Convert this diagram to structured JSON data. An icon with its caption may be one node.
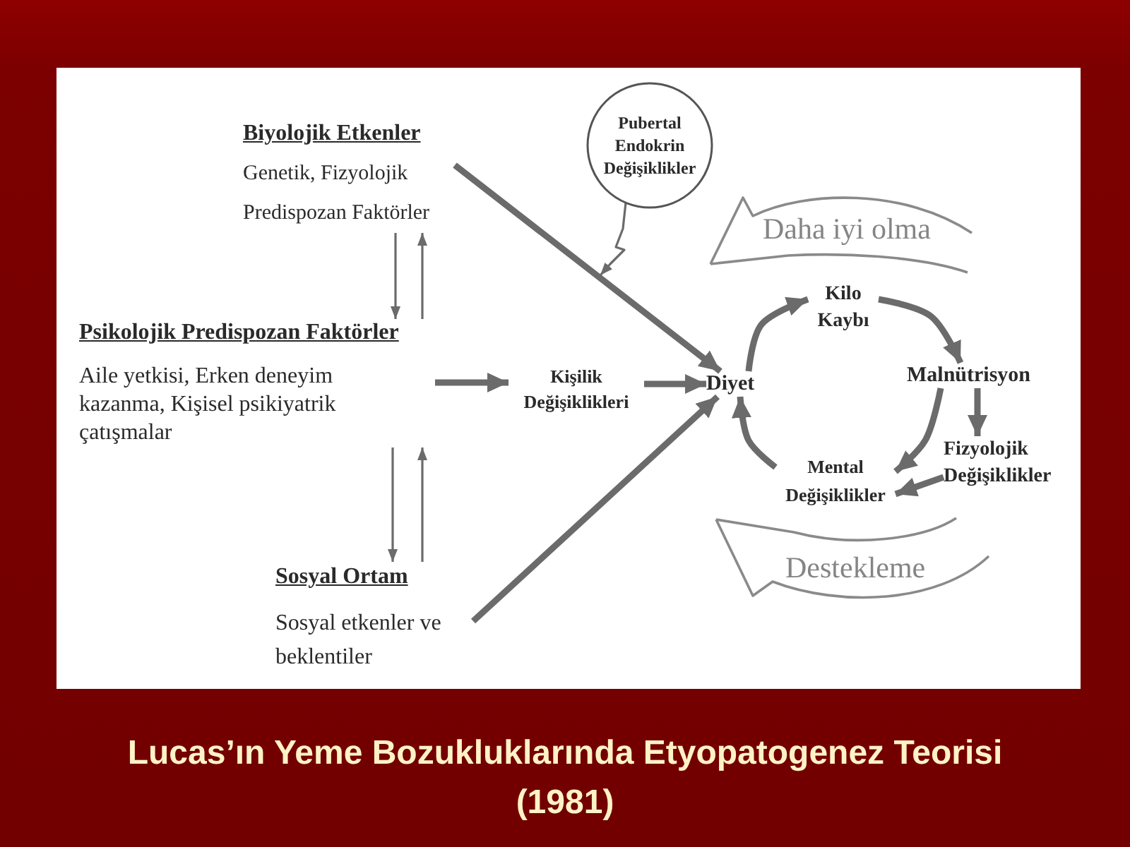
{
  "diagram": {
    "title": "Lucas’ın Yeme Bozukluklarında Etyopatogenez Teorisi (1981)",
    "nodes": [
      {
        "text": [
          "Biyolojik Etkenler",
          "Genetik, Fizyolojik Predispozan Faktörler"
        ]
      },
      {
        "text": [
          "Psikolojik Predispozan Faktörler",
          "Aile yetkisi, Erken deneyim kazanma, Kişisel psikiyatrik çatışmalar"
        ]
      },
      {
        "text": [
          "Sosyal Ortam",
          "Sosyal etkenler ve beklentiler"
        ]
      },
      {
        "text": [
          "Pubertal Endokrin Değişiklikler"
        ]
      },
      {
        "text": [
          "Kişilik Değişiklikleri"
        ]
      },
      {
        "text": [
          "Diyet"
        ]
      },
      {
        "text": [
          "Kilo Kaybı"
        ]
      },
      {
        "text": [
          "Malnütrisyon"
        ]
      },
      {
        "text": [
          "Fizyolojik Değişiklikler"
        ]
      },
      {
        "text": [
          "Mental Değişiklikler"
        ]
      },
      {
        "text": [
          "Daha iyi olma"
        ]
      },
      {
        "text": [
          "Destekleme"
        ]
      }
    ],
    "edges": [
      {
        "from": 0,
        "to": 1,
        "arrow": "to"
      },
      {
        "from": 1,
        "to": 0,
        "arrow": "to"
      },
      {
        "from": 1,
        "to": 2,
        "arrow": "to"
      },
      {
        "from": 2,
        "to": 1,
        "arrow": "to"
      },
      {
        "from": 1,
        "to": 4,
        "arrow": "to"
      },
      {
        "from": 4,
        "to": 5,
        "arrow": "to"
      },
      {
        "from": 0,
        "to": 5,
        "arrow": "to"
      },
      {
        "from": 2,
        "to": 5,
        "arrow": "to"
      },
      {
        "from": 3,
        "to": null,
        "arrow": "to"
      },
      {
        "from": 5,
        "to": 6,
        "arrow": "to"
      },
      {
        "from": 6,
        "to": 7,
        "arrow": "to"
      },
      {
        "from": 7,
        "to": 8,
        "arrow": "to"
      },
      {
        "from": 7,
        "to": 9,
        "arrow": "to"
      },
      {
        "from": 8,
        "to": 9,
        "arrow": "to"
      },
      {
        "from": 9,
        "to": 5,
        "arrow": "to"
      }
    ]
  }
}
